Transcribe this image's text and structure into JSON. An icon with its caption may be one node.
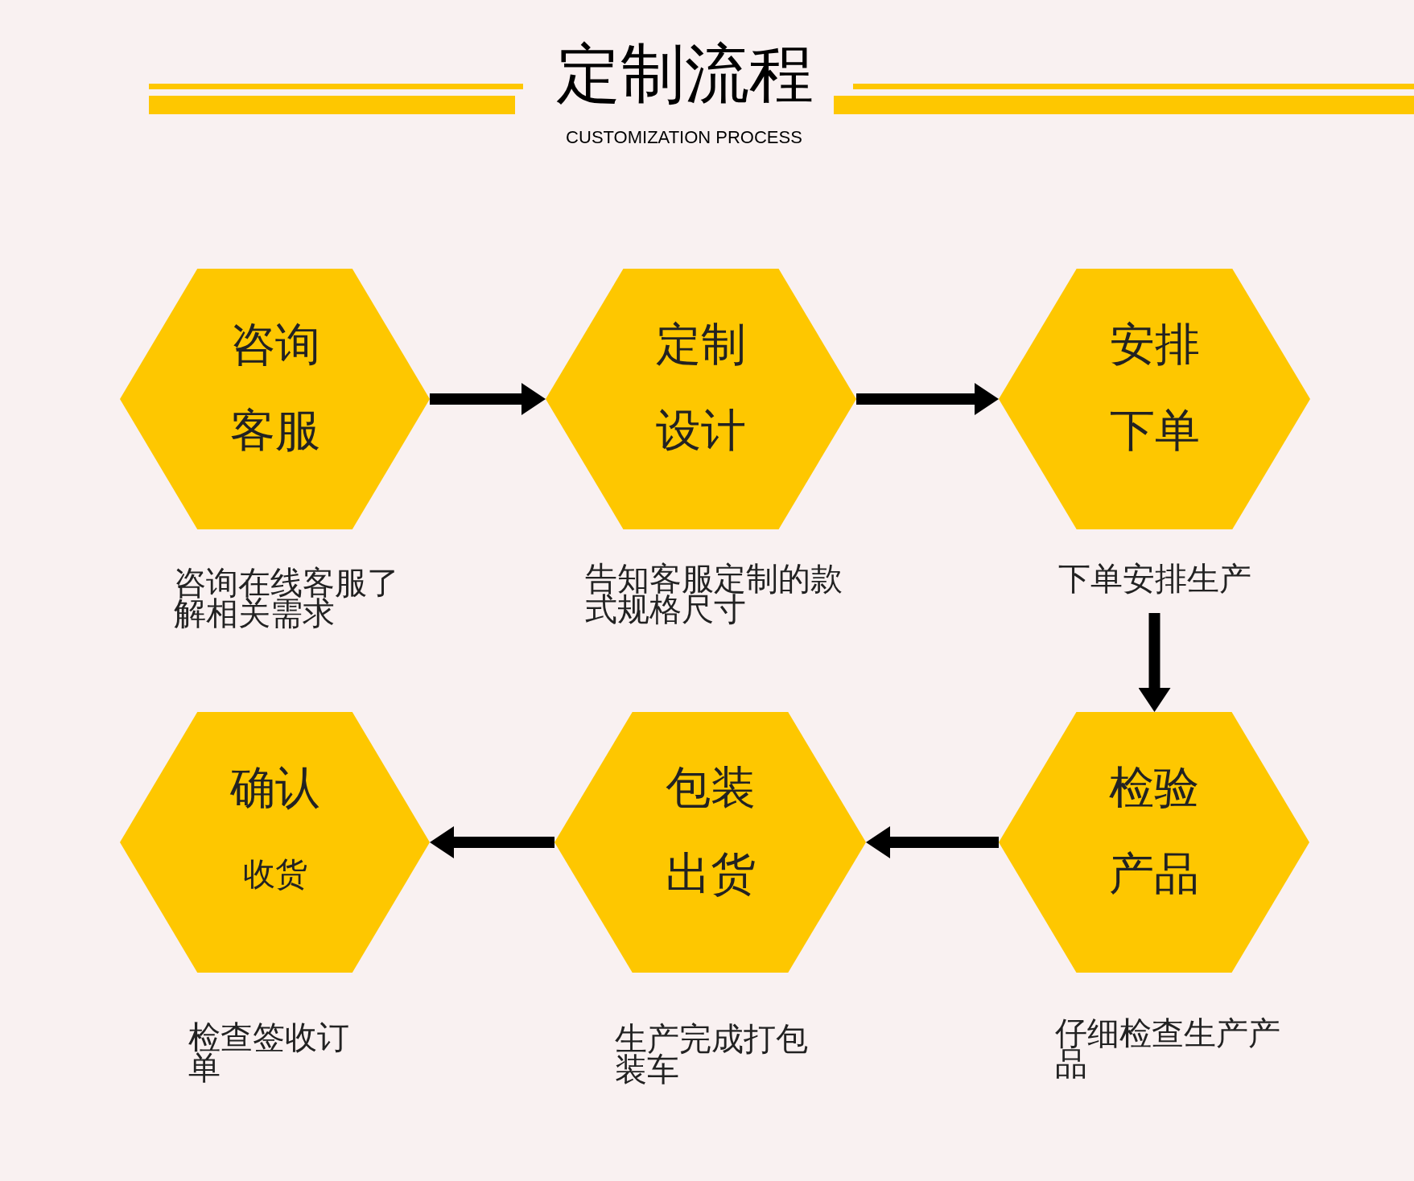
{
  "diagram": {
    "title": "定制流程",
    "nodes": [
      {
        "text": [
          "咨询",
          "客服"
        ],
        "beside": [
          "咨询在线客服了解相关需求"
        ]
      },
      {
        "text": [
          "定制",
          "设计"
        ],
        "beside": [
          "告知客服定制的款式规格尺寸"
        ]
      },
      {
        "text": [
          "安排",
          "下单"
        ],
        "beside": [
          "下单安排生产"
        ]
      },
      {
        "text": [
          "确认",
          "收货"
        ],
        "beside": [
          "检查签收订单"
        ]
      },
      {
        "text": [
          "包装",
          "出货"
        ],
        "beside": [
          "生产完成打包装车"
        ]
      },
      {
        "text": [
          "检验",
          "产品"
        ],
        "beside": [
          "仔细检查生产产品"
        ]
      }
    ],
    "edges": [
      {
        "from": 0,
        "to": 1,
        "arrow": "to"
      },
      {
        "from": 1,
        "to": 2,
        "arrow": "to"
      },
      {
        "from": 2,
        "to": 5,
        "arrow": "to"
      },
      {
        "from": 5,
        "to": 4,
        "arrow": "to"
      },
      {
        "from": 4,
        "to": 3,
        "arrow": "to"
      }
    ],
    "labels": [
      "CUSTOMIZATION PROCESS"
    ]
  }
}
